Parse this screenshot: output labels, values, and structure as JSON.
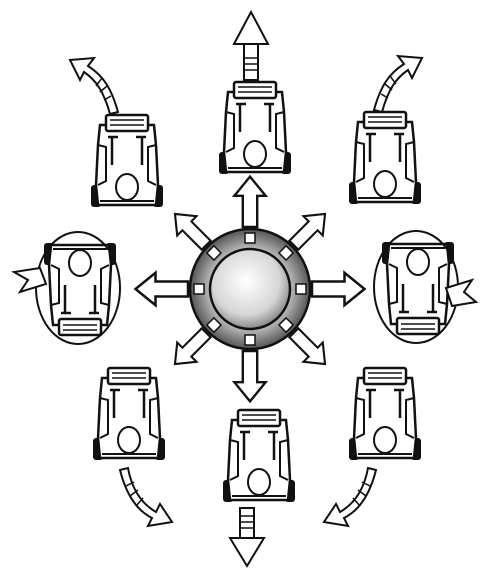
{
  "diagram": {
    "mowers": [
      {
        "id": "forward",
        "motion": "straight-forward",
        "icon": "mower-icon"
      },
      {
        "id": "forward-left",
        "motion": "curve-forward-left",
        "icon": "mower-icon"
      },
      {
        "id": "forward-right",
        "motion": "curve-forward-right",
        "icon": "mower-icon"
      },
      {
        "id": "spin-left",
        "motion": "zero-turn-left",
        "icon": "mower-icon"
      },
      {
        "id": "spin-right",
        "motion": "zero-turn-right",
        "icon": "mower-icon"
      },
      {
        "id": "reverse-left",
        "motion": "curve-reverse-left",
        "icon": "mower-icon"
      },
      {
        "id": "reverse",
        "motion": "straight-reverse",
        "icon": "mower-icon"
      },
      {
        "id": "reverse-right",
        "motion": "curve-reverse-right",
        "icon": "mower-icon"
      }
    ],
    "control_knob": {
      "icon": "joystick-knob-icon",
      "directions": 8
    },
    "colors": {
      "line": "#1a1a1a",
      "fill": "#ffffff",
      "shade": "#9a9a9a"
    }
  }
}
